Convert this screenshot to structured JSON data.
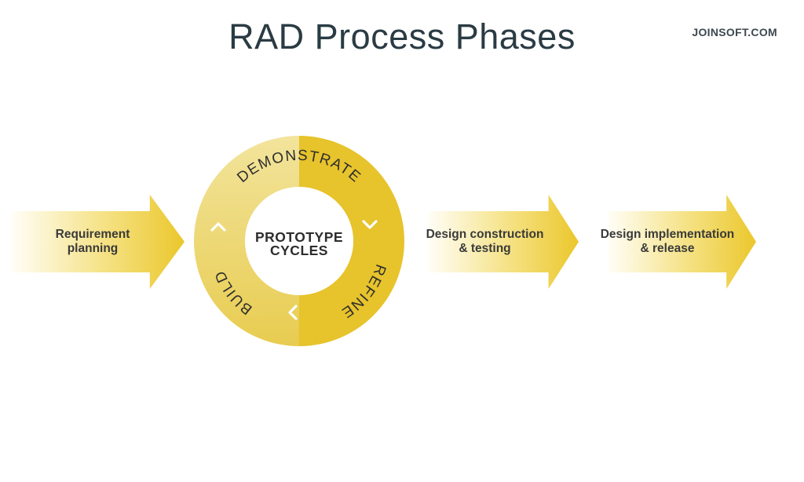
{
  "header": {
    "title": "RAD Process Phases",
    "site": "JOINSOFT.COM"
  },
  "process": {
    "step1": {
      "line1": "Requirement",
      "line2": "planning"
    },
    "step3": {
      "line1": "Design construction",
      "line2": "& testing"
    },
    "step4": {
      "line1": "Design implementation",
      "line2": "& release"
    }
  },
  "cycle": {
    "center_line1": "PROTOTYPE",
    "center_line2": "CYCLES",
    "phase_top": "DEMONSTRATE",
    "phase_right": "REFINE",
    "phase_bottom": "BUILD",
    "direction": "clockwise",
    "chevron_icons": [
      "chevron-up-icon",
      "chevron-down-icon",
      "chevron-left-icon"
    ]
  },
  "colors": {
    "background": "#ffffff",
    "title_text": "#2a3b44",
    "site_text": "#3d4850",
    "label_text": "#3a3a3a",
    "ring_text": "#2e2e2e",
    "center_text": "#2d2d2d",
    "ring_right_half": "#e7c32c",
    "ring_left_top": "#f2e49c",
    "ring_left_bottom": "#e8cc50",
    "ring_inner": "#ffffff",
    "arrow_gradient_start": "#fffef8",
    "arrow_gradient_mid": "#f6e48c",
    "arrow_gradient_end": "#ebc72c",
    "chevron": "#ffffff"
  }
}
